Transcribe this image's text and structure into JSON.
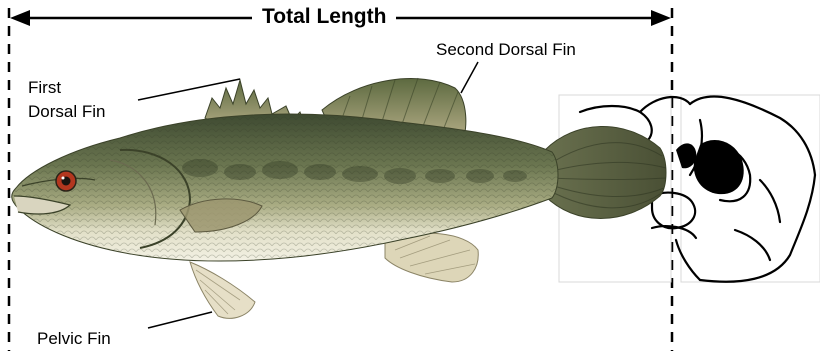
{
  "diagram": {
    "title": "Total Length",
    "labels": {
      "first_dorsal_line1": "First",
      "first_dorsal_line2": "Dorsal Fin",
      "second_dorsal": "Second Dorsal Fin",
      "pelvic": "Pelvic Fin"
    }
  },
  "colors": {
    "line": "#000000",
    "fish_back": "#4b5a3c",
    "fish_side": "#9aa57c",
    "fish_belly": "#ecebd8",
    "fin": "#a79f77",
    "eye": "#b3371f",
    "hand_outline": "#000000"
  }
}
